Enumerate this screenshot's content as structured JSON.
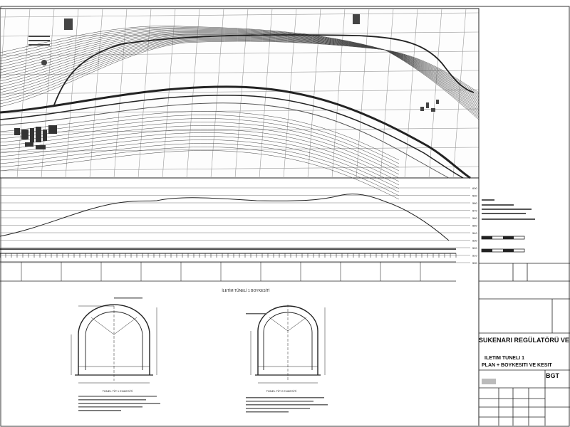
{
  "drawing": {
    "profile_title": "İLETİM TÜNELİ 1 BOYKESİTİ",
    "section1_title": "TÜNEL TİP 1 ENKESİTİ",
    "section2_title": "TÜNEL TİP 2 ENKESİTİ",
    "elevations": [
      "600",
      "590",
      "580",
      "570",
      "560",
      "550",
      "540",
      "530",
      "520",
      "510",
      "500"
    ]
  },
  "title_block": {
    "project": "SUKENARI REGÜLATÖRÜ VE",
    "title_line1": "İLETİM TÜNELİ 1",
    "title_line2": "PLAN + BOYKESİTİ VE KESİT",
    "logo": "BGT"
  },
  "colors": {
    "ink": "#222222",
    "grid": "#9a9a9a",
    "paper": "#ffffff"
  }
}
